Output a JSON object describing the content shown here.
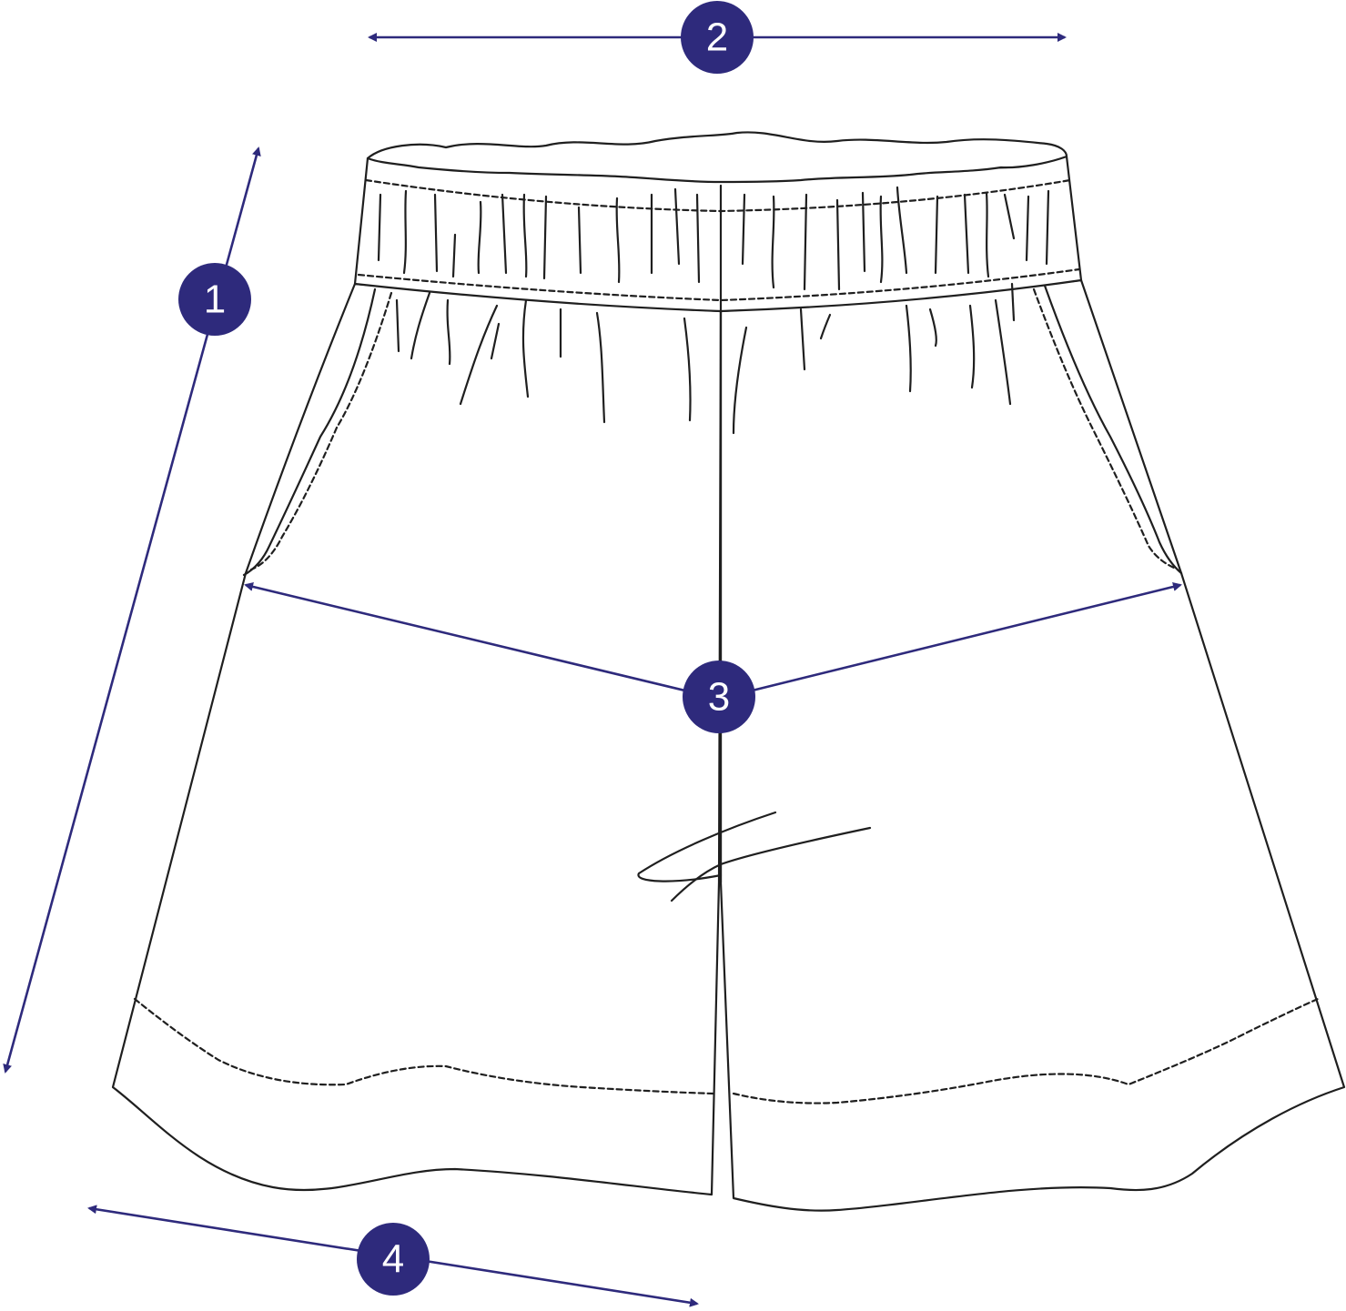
{
  "colors": {
    "accent": "#2e2a7c",
    "outline": "#1f1f1f",
    "badge_text": "#ffffff",
    "background": "#ffffff"
  },
  "measurements": [
    {
      "id": "length",
      "label": "1"
    },
    {
      "id": "waist",
      "label": "2"
    },
    {
      "id": "hip",
      "label": "3"
    },
    {
      "id": "hem",
      "label": "4"
    }
  ]
}
